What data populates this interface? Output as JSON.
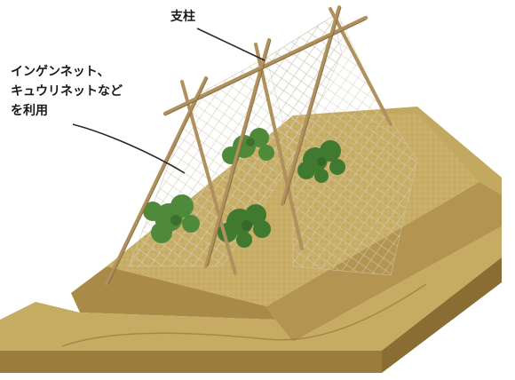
{
  "labels": {
    "post": "支柱",
    "net_lines": [
      "インゲンネット、",
      "キュウリネットなど",
      "を利用"
    ]
  },
  "colors": {
    "soil_top": "#cbb26a",
    "soil_side": "#a88a45",
    "soil_dark": "#8e7236",
    "pole": "#b0915d",
    "pole_dark": "#7c6237",
    "net": "#d9d6c4",
    "leaf": "#4f8a3a",
    "leaf_dark": "#2f5f26",
    "callout_line": "#2a2a2a"
  },
  "icons": {
    "post": "bamboo-pole-icon",
    "net": "trellis-net-icon",
    "plant": "bean-plant-icon"
  }
}
